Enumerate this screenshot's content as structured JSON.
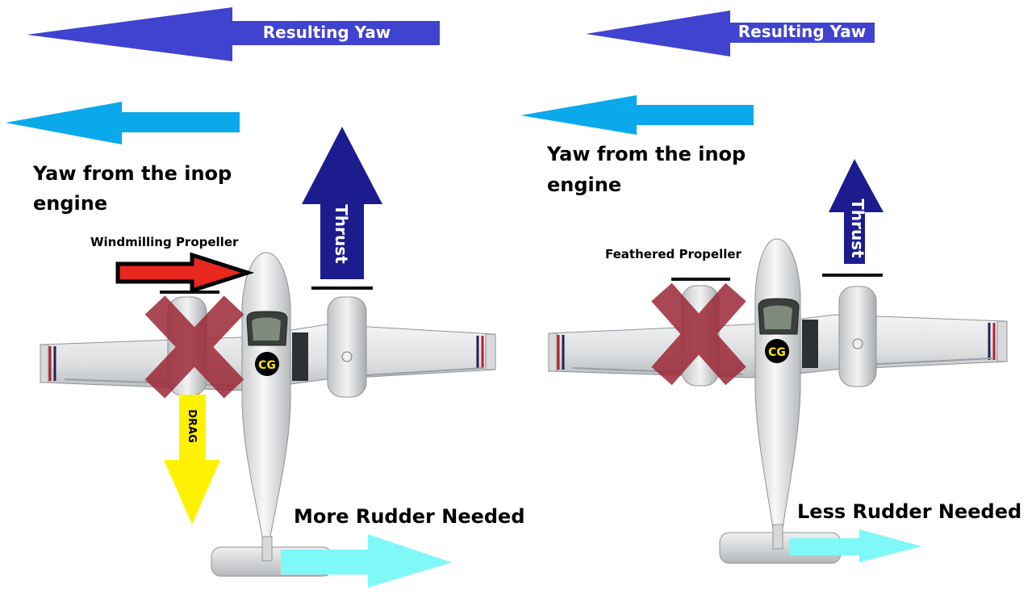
{
  "left_panel": {
    "resulting_yaw_label": "Resulting Yaw",
    "inop_yaw_line1": "Yaw from the inop",
    "inop_yaw_line2": "engine",
    "propeller_label": "Windmilling Propeller",
    "thrust_label": "Thrust",
    "drag_label": "DRAG",
    "cg_label": "CG",
    "rudder_label": "More Rudder Needed"
  },
  "right_panel": {
    "resulting_yaw_label": "Resulting Yaw",
    "inop_yaw_line1": "Yaw from the inop",
    "inop_yaw_line2": "engine",
    "propeller_label": "Feathered Propeller",
    "thrust_label": "Thrust",
    "cg_label": "CG",
    "rudder_label": "Less Rudder Needed"
  },
  "colors": {
    "resulting_yaw_arrow": "#4043d0",
    "inop_yaw_arrow": "#0aa9ec",
    "thrust_arrow": "#1c1c8f",
    "drag_arrow": "#fff200",
    "rudder_arrow": "#7ff8f8",
    "windmill_arrow": "#e8271f",
    "inop_cross": "#a0303c",
    "cg_badge": "#000000",
    "cg_text": "#ffe600"
  }
}
